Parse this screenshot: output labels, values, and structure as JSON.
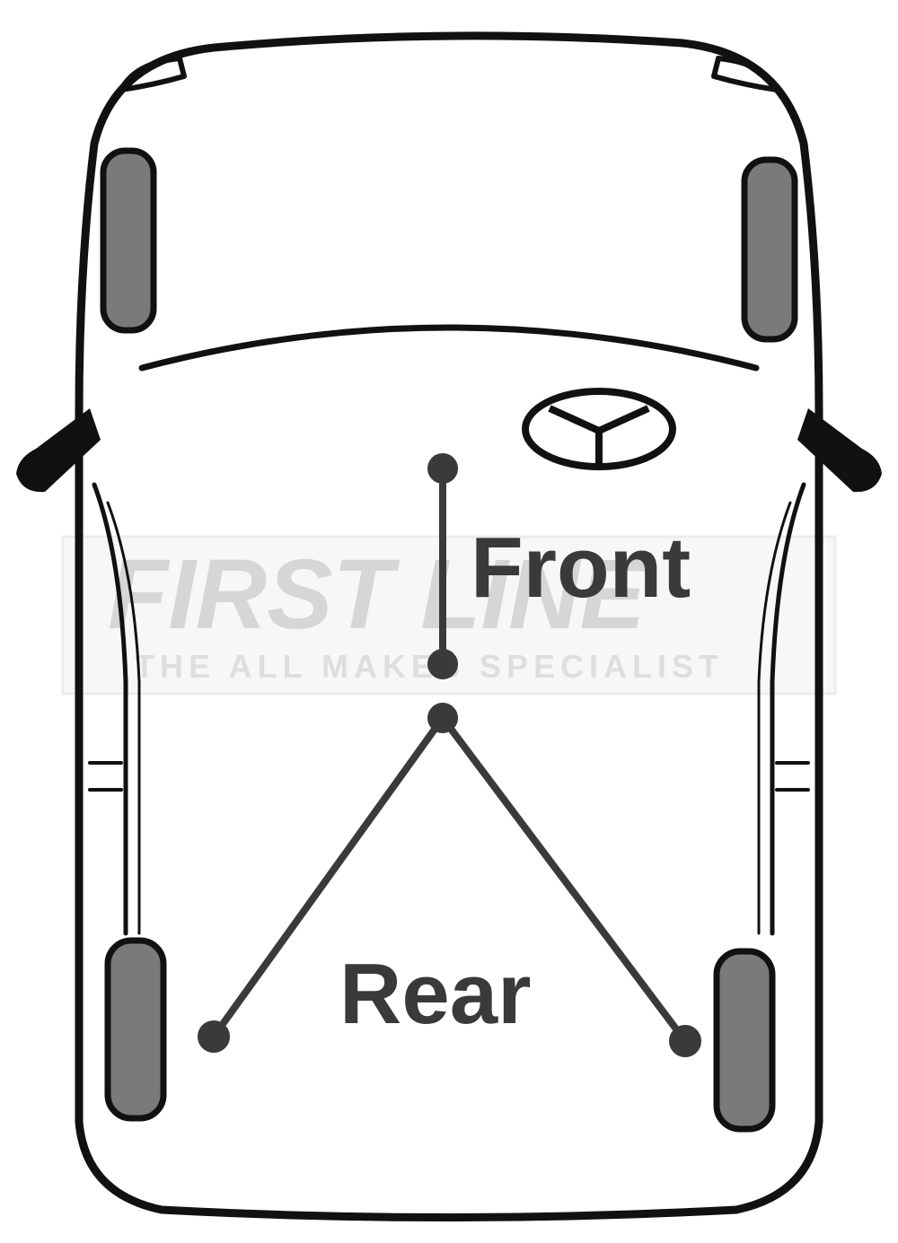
{
  "labels": {
    "front": "Front",
    "rear": "Rear"
  },
  "watermark": {
    "line1": "FIRST LINE",
    "line2": "THE ALL MAKES SPECIALIST"
  },
  "colors": {
    "outline": "#111111",
    "tyre": "#7a7a7a",
    "cable": "#3a3a3a",
    "watermark": "#d6d6d6"
  }
}
